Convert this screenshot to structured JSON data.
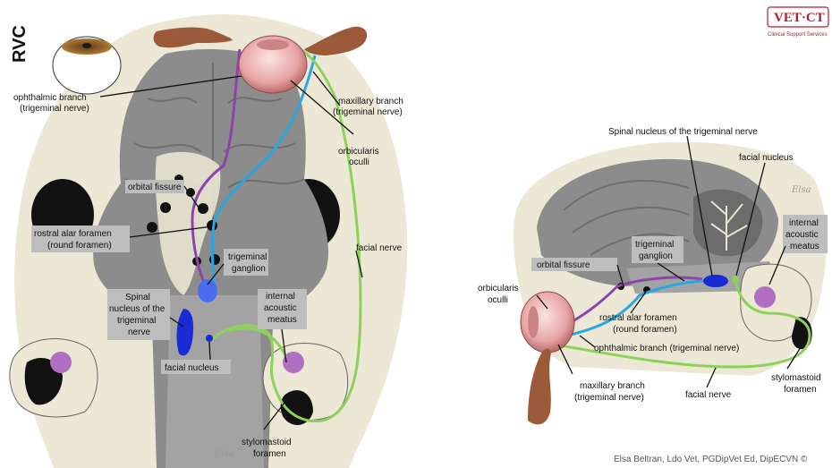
{
  "logo": {
    "text": "RVC"
  },
  "brand": {
    "title": "VET·CT",
    "subtitle": "Clinical Support Services"
  },
  "credit": "Elsa Beltran, Ldo Vet, PGDipVet Ed, DipECVN ©",
  "signature": "Elsa",
  "colors": {
    "ophthalmic_branch": "#8e44ad",
    "maxillary_branch": "#2aa7e0",
    "facial_nerve": "#8ed15a",
    "nuclei": "#1a2bd6",
    "ganglion": "#4a6cf0",
    "skull": "#ece8d5",
    "brain": "#8c8c8c",
    "label_box": "#bdbdbd"
  },
  "left_diagram": {
    "labels": {
      "ophthalmic_1": "ophthalmic branch",
      "ophthalmic_2": "(trigeminal nerve)",
      "maxillary_1": "maxillary branch",
      "maxillary_2": "(trigeminal nerve)",
      "orbicularis_1": "orbicularis",
      "orbicularis_2": "oculli",
      "orbital_fissure": "orbital fissure",
      "rostral_alar_1": "rostral alar foramen",
      "rostral_alar_2": "(round foramen)",
      "facial_nerve": "facial nerve",
      "trig_ganglion_1": "trigeminal",
      "trig_ganglion_2": "ganglion",
      "spinal_1": "Spinal",
      "spinal_2": "nucleus of the",
      "spinal_3": "trigeminal",
      "spinal_4": "nerve",
      "internal_1": "internal",
      "internal_2": "acoustic",
      "internal_3": "meatus",
      "facial_nucleus": "facial nucleus",
      "stylomastoid_1": "stylomastoid",
      "stylomastoid_2": "foramen"
    }
  },
  "right_diagram": {
    "labels": {
      "spinal_nucleus": "Spinal nucleus of the trigeminal nerve",
      "facial_nucleus": "facial nucleus",
      "internal_1": "internal",
      "internal_2": "acoustic",
      "internal_3": "meatus",
      "trig_ganglion_1": "trigeminal",
      "trig_ganglion_2": "ganglion",
      "orbital_fissure": "orbital fissure",
      "orbicularis_1": "orbicularis",
      "orbicularis_2": "oculli",
      "rostral_alar_1": "rostral alar foramen",
      "rostral_alar_2": "(round foramen)",
      "ophthalmic": "ophthalmic branch (trigeminal nerve)",
      "maxillary_1": "maxillary branch",
      "maxillary_2": "(trigeminal nerve)",
      "facial_nerve": "facial nerve",
      "stylomastoid_1": "stylomastoid",
      "stylomastoid_2": "foramen"
    }
  }
}
